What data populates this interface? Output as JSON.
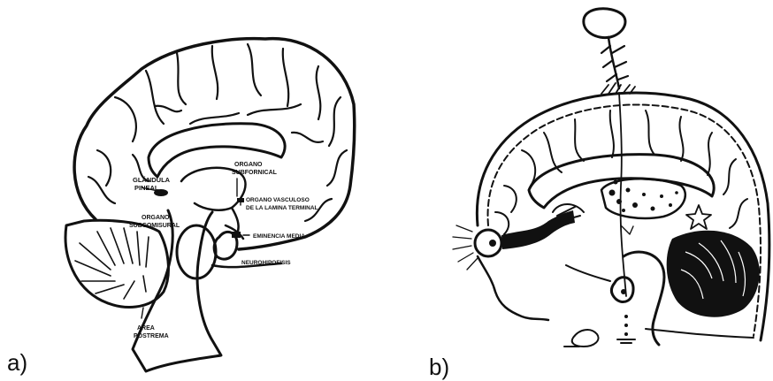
{
  "panels": {
    "a": {
      "label": "a)",
      "structures": {
        "glandula_pineal": [
          "GLÁNDULA",
          "PINEAL"
        ],
        "organo_subfornical": [
          "ORGANO",
          "SUBFORNICAL"
        ],
        "organo_vasculoso": [
          "ORGANO VASCULOSO",
          "DE LA LAMINA TERMINAL"
        ],
        "organo_subcomisural": [
          "ORGANO",
          "SUBCOMISURAL"
        ],
        "eminencia_media": [
          "EMINENCIA MEDIA"
        ],
        "neurohipofisis": [
          "NEUROHIPOFISIS"
        ],
        "area_postrema": [
          "AREA",
          "POSTREMA"
        ]
      }
    },
    "b": {
      "label": "b)"
    }
  },
  "colors": {
    "ink": "#111111",
    "background": "#ffffff"
  }
}
